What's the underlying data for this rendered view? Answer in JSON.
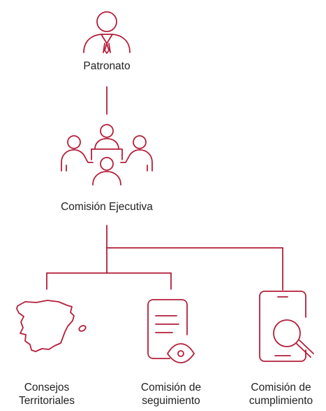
{
  "colors": {
    "accent": "#b31f3a",
    "text": "#222222"
  },
  "nodes": {
    "patronato": {
      "icon": "executive-person-icon",
      "label": "Patronato"
    },
    "comision_ejecutiva": {
      "icon": "meeting-table-icon",
      "label": "Comisión Ejecutiva"
    },
    "consejos_territoriales": {
      "icon": "spain-map-icon",
      "label_lines": [
        "Consejos",
        "Territoriales"
      ]
    },
    "comision_seguimiento": {
      "icon": "document-eye-icon",
      "label_lines": [
        "Comisión de",
        "seguimiento"
      ]
    },
    "comision_cumplimiento": {
      "icon": "phone-magnifier-icon",
      "label_lines": [
        "Comisión de",
        "cumplimiento"
      ]
    }
  }
}
